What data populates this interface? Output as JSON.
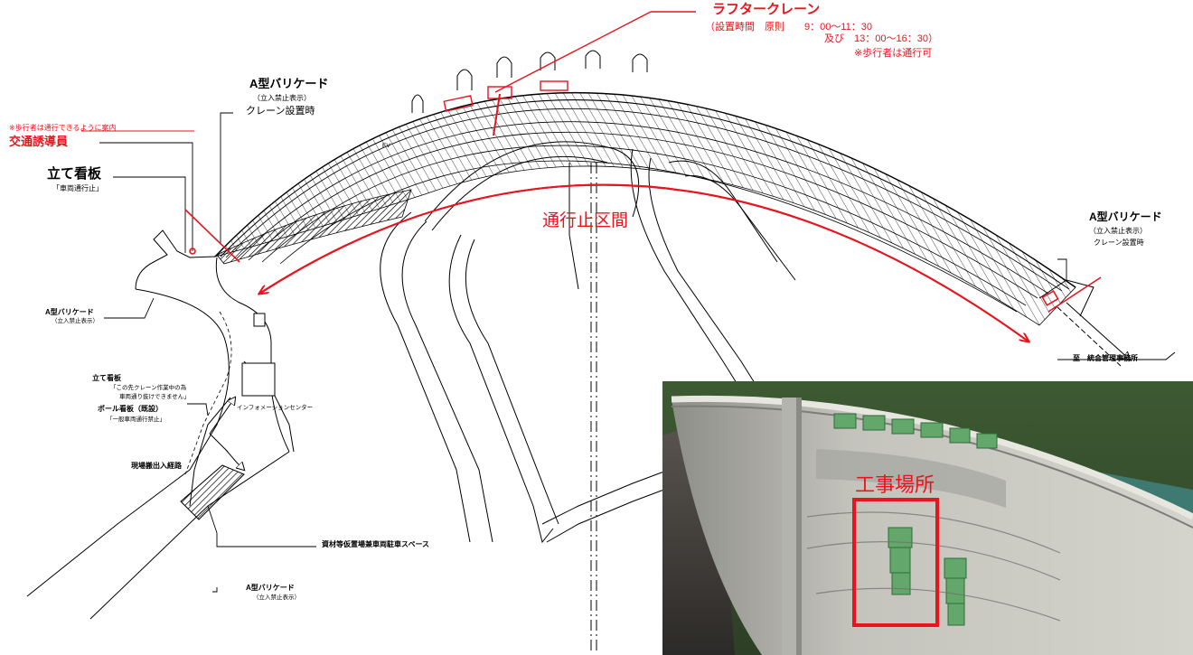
{
  "crane": {
    "title": "ラフタークレーン",
    "time_line1": "（設置時間　原則　　9：00～11：30",
    "time_line2": "及び　13：00～16：30）",
    "note": "※歩行者は通行可"
  },
  "barricade_top": {
    "title": "A型バリケード",
    "sub1": "（立入禁止表示）",
    "sub2": "クレーン設置時"
  },
  "guide": {
    "note": "※歩行者は通行できるように案内",
    "title": "交通誘導員"
  },
  "stand_sign": {
    "title": "立て看板",
    "sub": "「車両通行止」"
  },
  "closed_section": "通行止区間",
  "barricade_right": {
    "title": "A型バリケード",
    "sub1": "（立入禁止表示）",
    "sub2": "クレーン設置時"
  },
  "barricade_left": {
    "title": "A型バリケード",
    "sub": "（立入禁止表示）"
  },
  "stand_sign2": {
    "title": "立て看板",
    "sub1": "「この先クレーン作業中の為",
    "sub2": "車両通り抜けできません」"
  },
  "pole_sign": {
    "title": "ポール看板（既設）",
    "sub": "「一般車両通行禁止」"
  },
  "info_center": "インフォメーションセンター",
  "route": "現場搬出入経路",
  "material_space": "資材等仮置場兼車両駐車スペース",
  "barricade_bottom": {
    "title": "A型バリケード",
    "sub": "（立入禁止表示）"
  },
  "to_office": "至　統合管理事務所",
  "ev_label": "EV",
  "photo": {
    "work_site": "工事場所"
  },
  "colors": {
    "annotation": "#e8141e",
    "lines": "#000000",
    "concrete": "#b9b9b4",
    "valve": "#63a86a"
  }
}
